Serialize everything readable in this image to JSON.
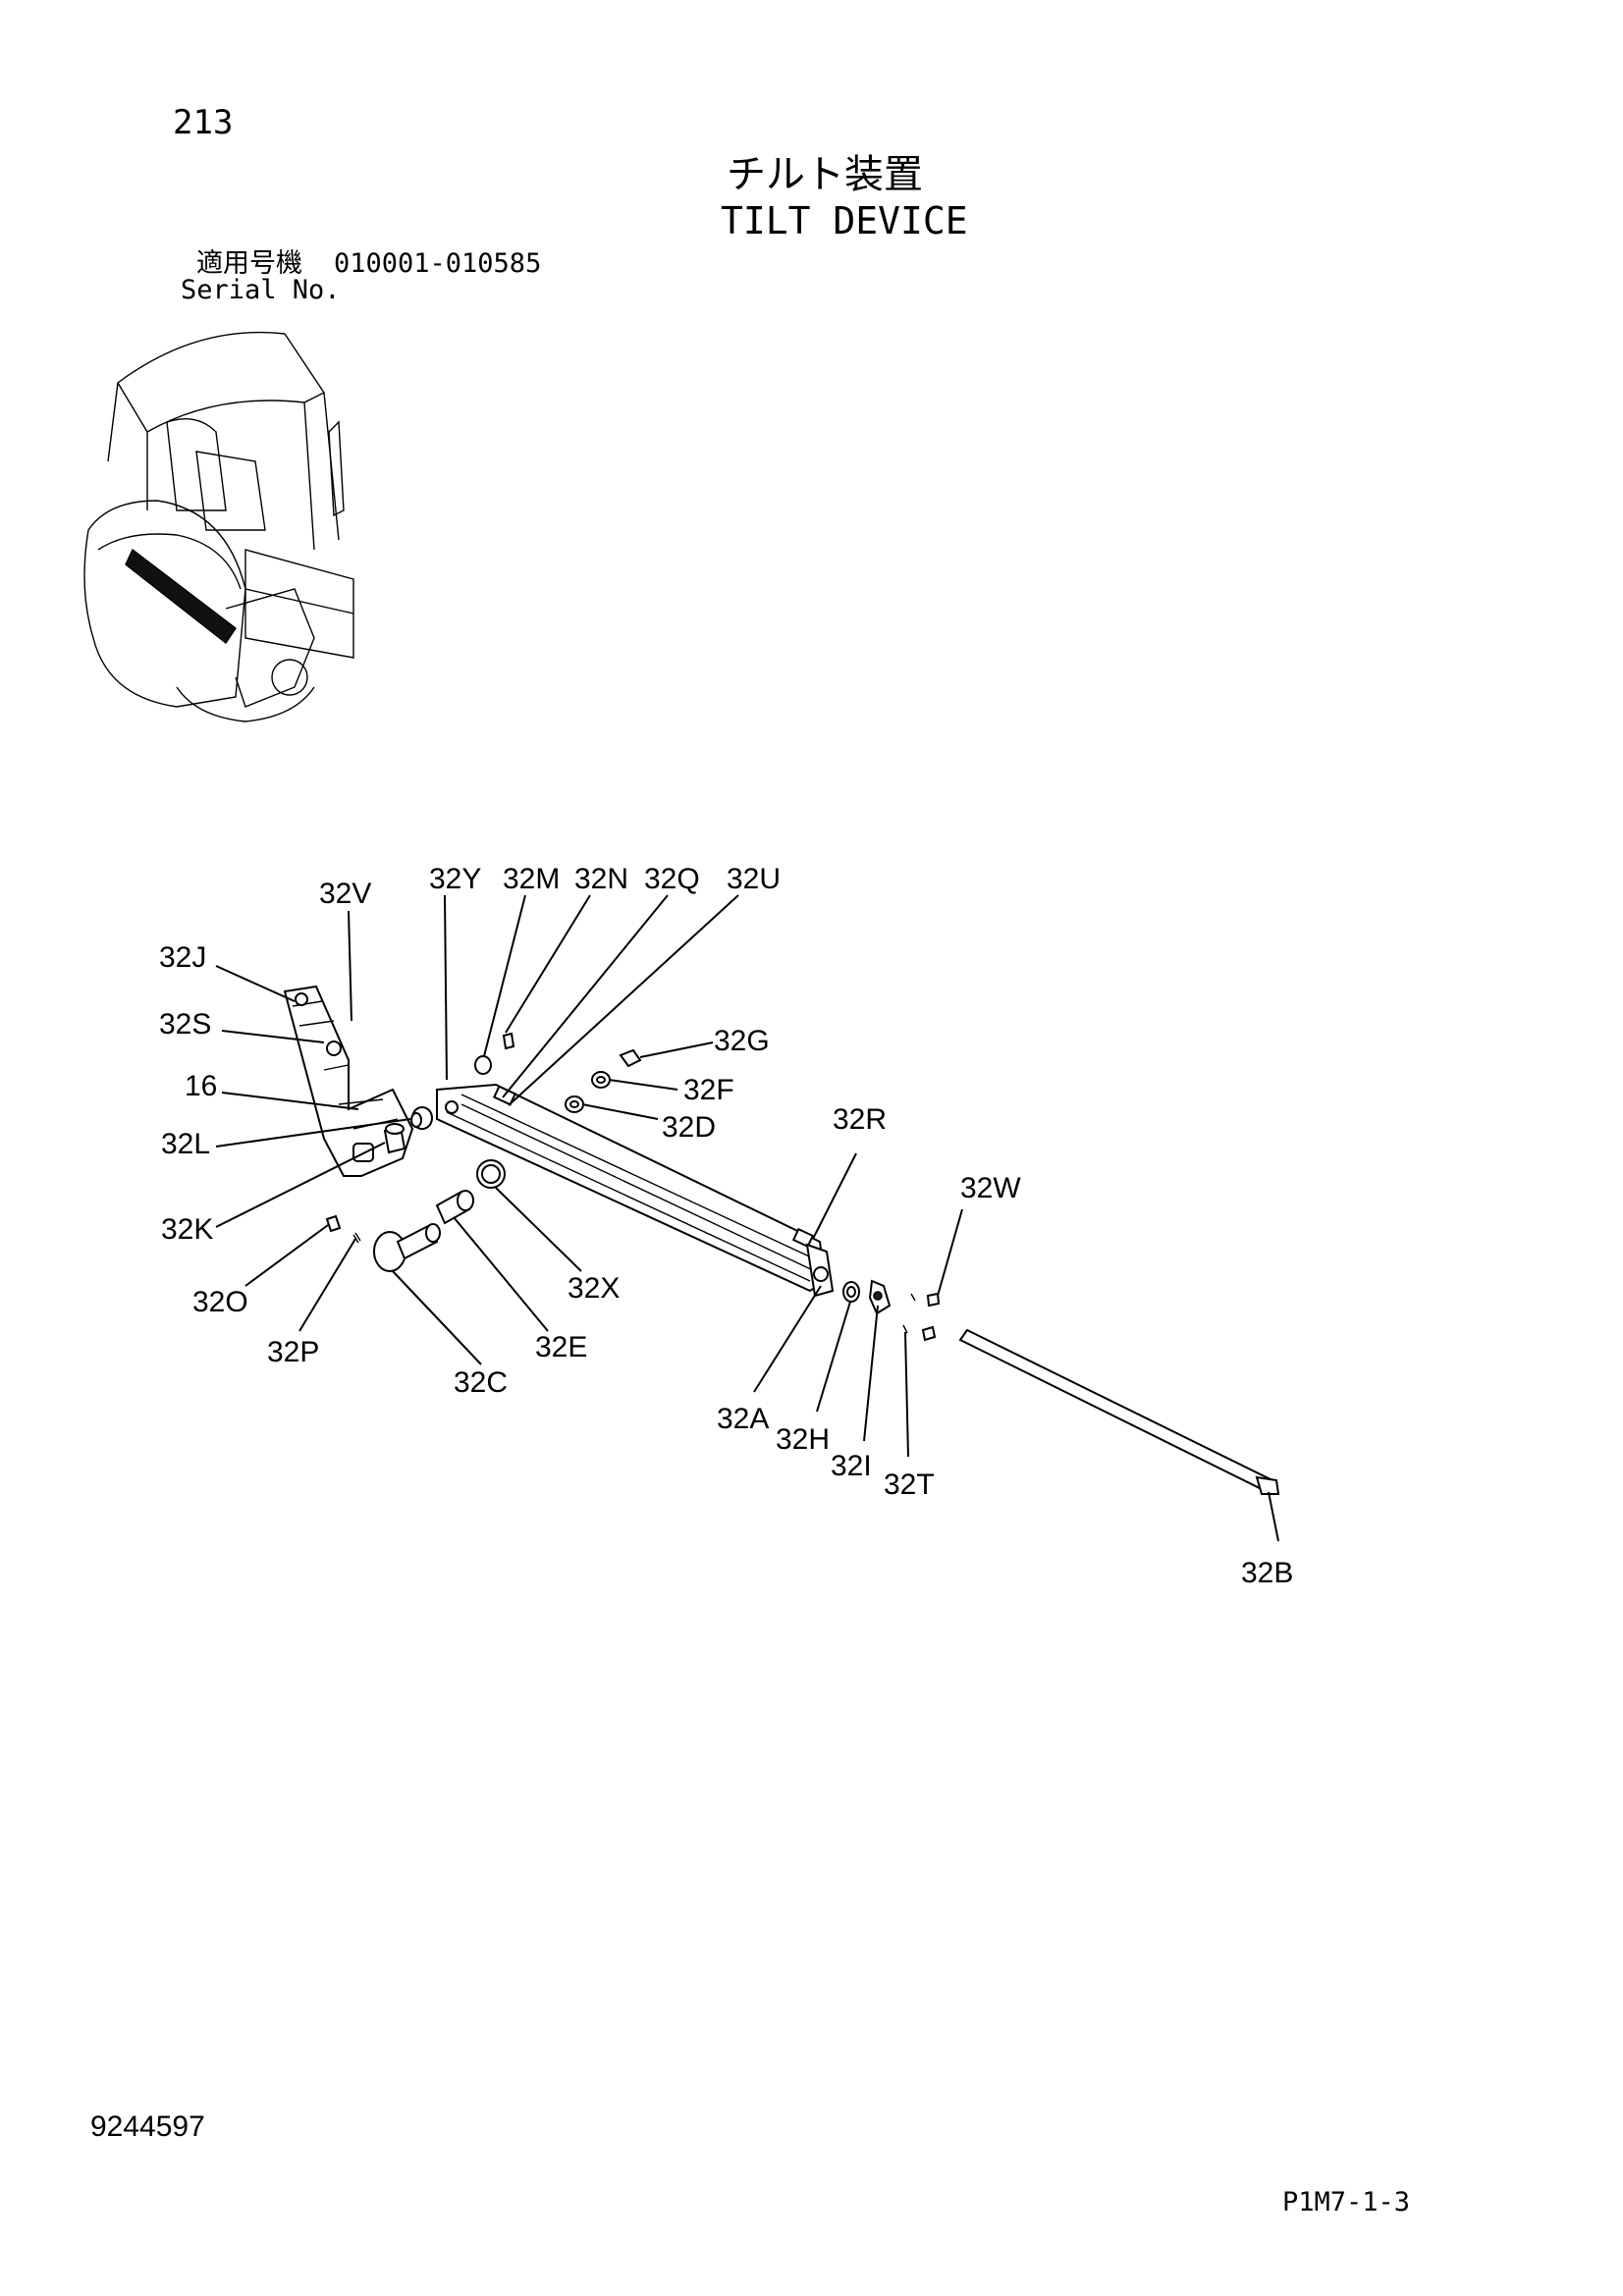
{
  "header": {
    "page_number": "213",
    "title_jp": "チルト装置",
    "title_en": "TILT DEVICE",
    "serial_label_jp": "適用号機",
    "serial_range": "010001-010585",
    "serial_label_en": "Serial No."
  },
  "footer": {
    "doc_number": "9244597",
    "page_code": "P1M7-1-3"
  },
  "callouts": {
    "c32V": "32V",
    "c32Y": "32Y",
    "c32M": "32M",
    "c32N": "32N",
    "c32Q": "32Q",
    "c32U": "32U",
    "c32J": "32J",
    "c32S": "32S",
    "c16": "16",
    "c32L": "32L",
    "c32K": "32K",
    "c32O": "32O",
    "c32P": "32P",
    "c32C": "32C",
    "c32E": "32E",
    "c32X": "32X",
    "c32G": "32G",
    "c32F": "32F",
    "c32D": "32D",
    "c32R": "32R",
    "c32W": "32W",
    "c32A": "32A",
    "c32H": "32H",
    "c32I": "32I",
    "c32T": "32T",
    "c32B": "32B"
  },
  "icons": {
    "locator": "machine-locator-icon"
  }
}
